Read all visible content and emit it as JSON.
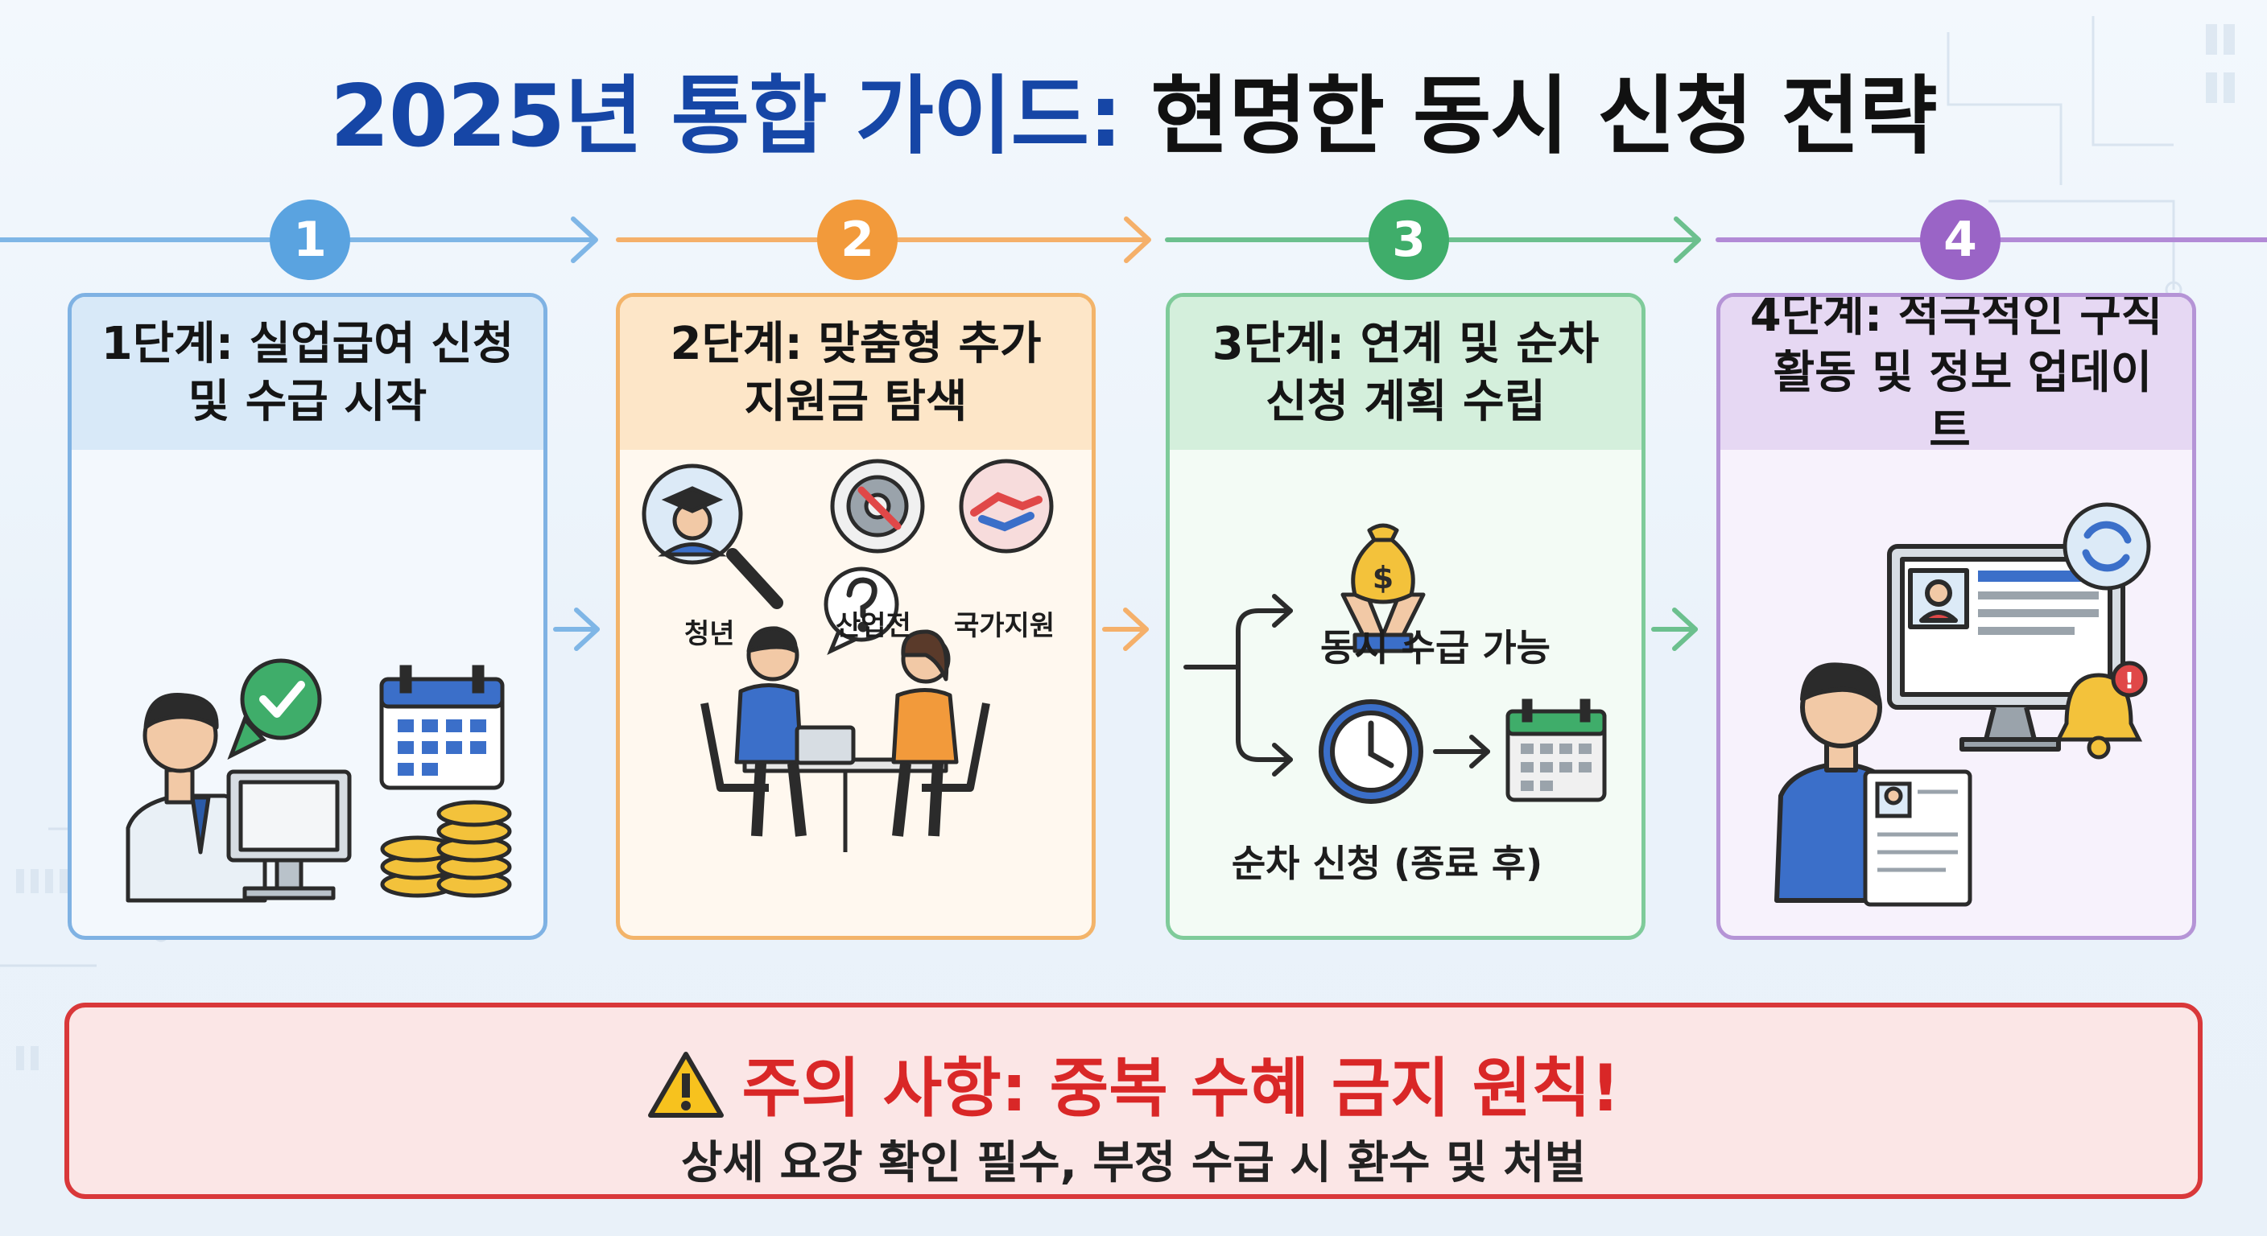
{
  "title": {
    "part1": "2025년 통합 가이드:",
    "part2": "현명한 동시 신청 전략"
  },
  "colors": {
    "step1": "#5aa3e0",
    "step2": "#f29a3b",
    "step3": "#3fad6a",
    "step4": "#9a64c6",
    "warning": "#d92727",
    "title_blue": "#1646a6"
  },
  "steps": [
    {
      "number": "1",
      "title_line1": "1단계: 실업급여 신청",
      "title_line2": "및 수급 시작",
      "icons": [
        "office-worker-icon",
        "check-bubble-icon",
        "calendar-icon",
        "coin-stack-icon"
      ]
    },
    {
      "number": "2",
      "title_line1": "2단계: 맞춤형 추가",
      "title_line2": "지원금 탐색",
      "labels": [
        "청년",
        "산업전",
        "국가지원"
      ],
      "icons": [
        "magnifier-graduate-icon",
        "gear-wrench-icon",
        "handshake-icon",
        "question-bubble-icon",
        "consultation-meeting-icon"
      ]
    },
    {
      "number": "3",
      "title_line1": "3단계: 연계 및 순차",
      "title_line2": "신청 계획 수립",
      "labels": [
        "동시 수급 가능",
        "순차 신청 (종료 후)"
      ],
      "icons": [
        "money-bag-hands-icon",
        "clock-icon",
        "calendar-icon",
        "branch-arrow-icon"
      ]
    },
    {
      "number": "4",
      "title_line1": "4단계: 적극적인 구직",
      "title_line2": "활동 및 정보 업데이트",
      "icons": [
        "job-seeker-icon",
        "monitor-profile-icon",
        "refresh-icon",
        "notification-bell-icon",
        "resume-icon"
      ]
    }
  ],
  "warning": {
    "icon": "warning-triangle-icon",
    "title": "주의 사항: 중복 수혜 금지 원칙!",
    "subtitle": "상세 요강 확인 필수, 부정 수급 시 환수 및 처벌"
  }
}
